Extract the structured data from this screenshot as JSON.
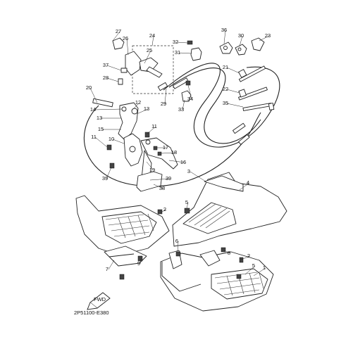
{
  "diagram": {
    "code": "2P51100-E380",
    "fwd_label": "FWD",
    "callouts": [
      "1",
      "2",
      "3",
      "4",
      "5",
      "6",
      "7",
      "8",
      "9",
      "10",
      "11",
      "12",
      "13",
      "14",
      "15",
      "16",
      "17",
      "18",
      "19",
      "20",
      "21",
      "22",
      "23",
      "24",
      "25",
      "26",
      "27",
      "28",
      "29",
      "30",
      "31",
      "32",
      "33",
      "34",
      "35",
      "36",
      "37",
      "38",
      "39"
    ]
  }
}
